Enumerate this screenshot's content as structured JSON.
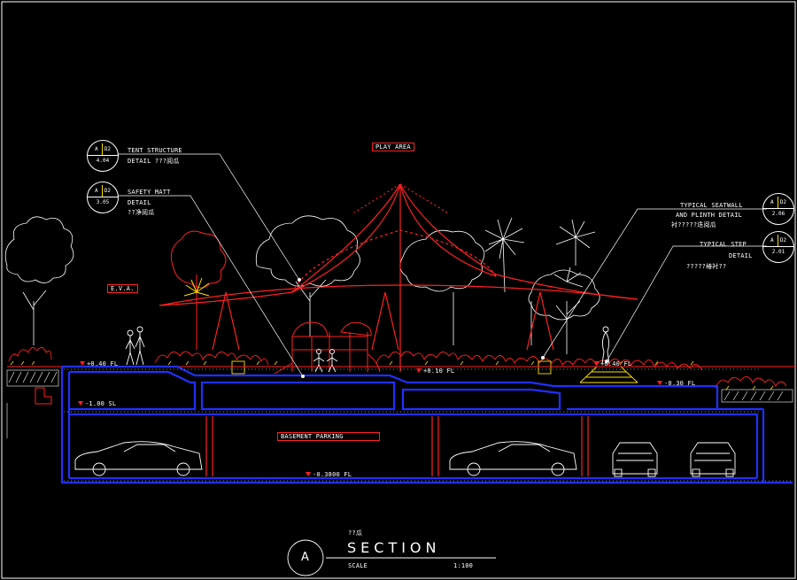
{
  "drawing": {
    "title": "SECTION",
    "subtitle": "??瓜",
    "section_letter": "A",
    "scale_label": "SCALE",
    "scale_value": "1:100"
  },
  "tags": {
    "play_area": "PLAY AREA",
    "eva": "E.V.A.",
    "basement_parking": "BASEMENT PARKING"
  },
  "callouts": {
    "tent": {
      "sheet": "A",
      "detail": "D2",
      "ref": "4.04",
      "name": "TENT STRUCTURE",
      "line2": "DETAIL    ???阅瓜"
    },
    "safety": {
      "sheet": "A",
      "detail": "D2",
      "ref": "3.05",
      "name": "SAFETY MATT",
      "line2": "DETAIL",
      "line3": "??净阅瓜"
    },
    "seatwall": {
      "sheet": "A",
      "detail": "D2",
      "ref": "2.06",
      "name": "TYPICAL SEATWALL",
      "line2": "AND PLINTH DETAIL",
      "line3": "衬?????迭阅瓜"
    },
    "step": {
      "sheet": "A",
      "detail": "D2",
      "ref": "2.01",
      "name": "TYPICAL STEP",
      "line2": "DETAIL",
      "line3": "?????椿衬??"
    }
  },
  "levels": {
    "l1": "+0.40 FL",
    "l2": "+0.10 FL",
    "l3": "+0.40 FL",
    "l4": "-0.30 FL",
    "l5": "-1.00 SL",
    "l6": "-0.3800 FL"
  },
  "colors": {
    "line_white": "#ffffff",
    "line_red": "#ff2020",
    "line_blue": "#2030ff",
    "line_yellow": "#ffe000",
    "background": "#000000"
  }
}
